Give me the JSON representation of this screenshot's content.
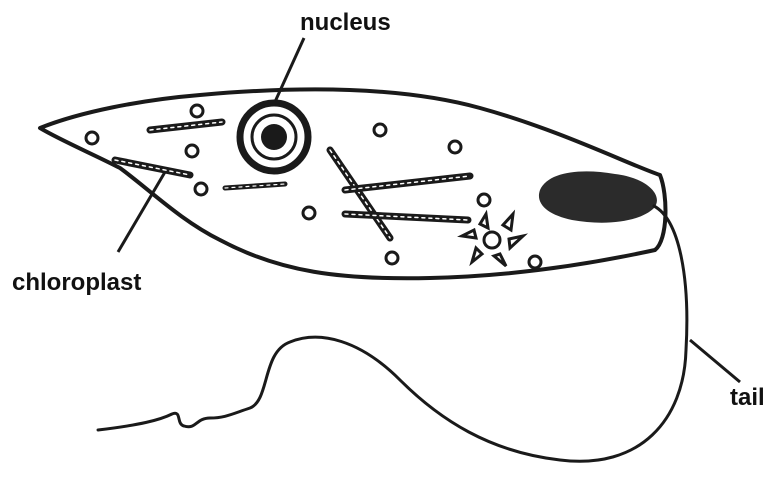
{
  "labels": {
    "nucleus": "nucleus",
    "chloroplast": "chloroplast",
    "tail": "tail"
  },
  "colors": {
    "ink": "#111111",
    "stroke": "#1a1a1a",
    "background": "#ffffff"
  }
}
